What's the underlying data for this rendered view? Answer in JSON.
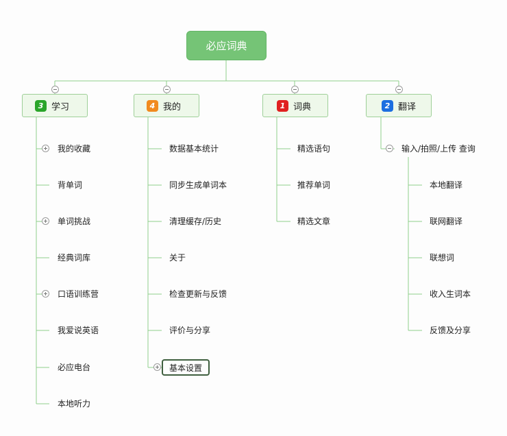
{
  "root": "必应词典",
  "colors": {
    "line": "#8fcf8a",
    "root": "#75c476",
    "badge_green": "#2aa52a",
    "badge_orange": "#f18a1e",
    "badge_red": "#e02020",
    "badge_blue": "#1d6fe0"
  },
  "branches": [
    {
      "num": "3",
      "label": "学习",
      "badge_color": "badge_green",
      "children": [
        "我的收藏",
        "背单词",
        "单词挑战",
        "经典词库",
        "口语训练营",
        "我爱说英语",
        "必应电台",
        "本地听力"
      ]
    },
    {
      "num": "4",
      "label": "我的",
      "badge_color": "badge_orange",
      "children": [
        "数据基本统计",
        "同步生成单词本",
        "清理缓存/历史",
        "关于",
        "检查更新与反馈",
        "评价与分享",
        "基本设置"
      ]
    },
    {
      "num": "1",
      "label": "词典",
      "badge_color": "badge_red",
      "children": [
        "精选语句",
        "推荐单词",
        "精选文章"
      ]
    },
    {
      "num": "2",
      "label": "翻译",
      "badge_color": "badge_blue",
      "children": [
        "输入/拍照/上传 查询"
      ],
      "sub_children": [
        "本地翻译",
        "联网翻译",
        "联想词",
        "收入生词本",
        "反馈及分享"
      ]
    }
  ]
}
